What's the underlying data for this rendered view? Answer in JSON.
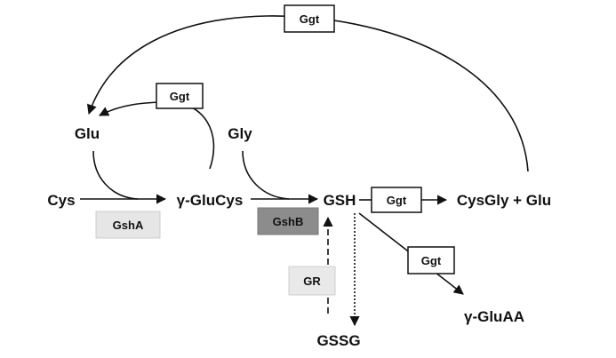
{
  "nodes": {
    "glu": "Glu",
    "gly": "Gly",
    "cys": "Cys",
    "glucys": "γ-GluCys",
    "gsh": "GSH",
    "cysgly": "CysGly + Glu",
    "gssg": "GSSG",
    "gluaa": "γ-GluAA"
  },
  "enzymes": {
    "ggt_top": "Ggt",
    "ggt_recycle": "Ggt",
    "ggt_gsh": "Ggt",
    "ggt_gluaa": "Ggt",
    "gsha": "GshA",
    "gshb": "GshB",
    "gr": "GR"
  },
  "colors": {
    "line": "#111111",
    "ggt_box_fill": "#ffffff",
    "gsha_box_fill": "#e6e6e6",
    "gshb_box_fill": "#8c8c8c",
    "gr_box_fill": "#e9e9e9"
  }
}
